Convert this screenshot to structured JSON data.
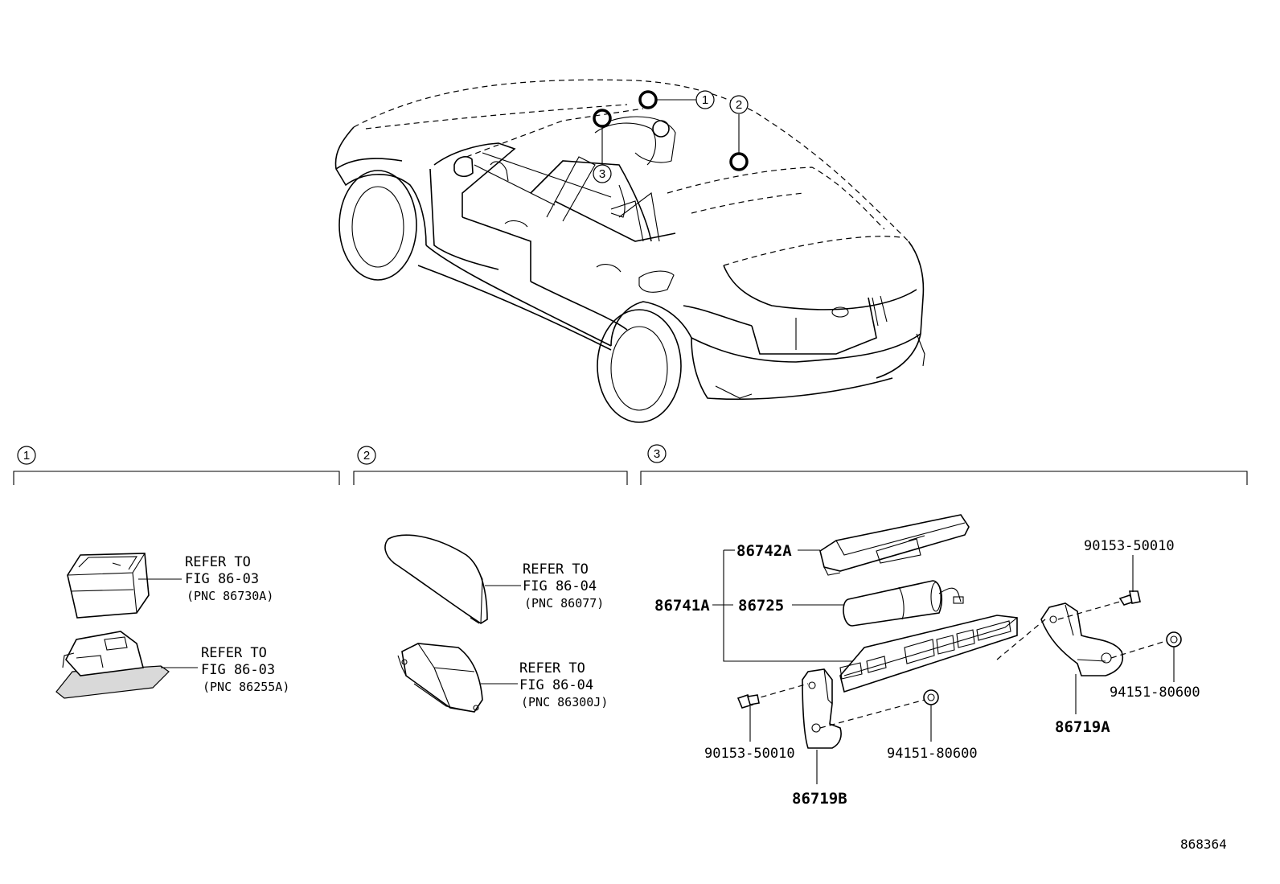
{
  "callouts": [
    "1",
    "2",
    "3"
  ],
  "section1": {
    "num": "1",
    "ref_a": {
      "line1": "REFER TO",
      "line2": "FIG 86-03",
      "line3": "(PNC 86730A)"
    },
    "ref_b": {
      "line1": "REFER TO",
      "line2": "FIG 86-03",
      "line3": "(PNC 86255A)"
    }
  },
  "section2": {
    "num": "2",
    "ref_a": {
      "line1": "REFER TO",
      "line2": "FIG 86-04",
      "line3": "(PNC 86077)"
    },
    "ref_b": {
      "line1": "REFER TO",
      "line2": "FIG 86-04",
      "line3": "(PNC 86300J)"
    }
  },
  "section3": {
    "num": "3",
    "parts": {
      "p86742A": "86742A",
      "p86741A": "86741A",
      "p86725": "86725",
      "p90153_top": "90153-50010",
      "p94151_right": "94151-80600",
      "p86719A": "86719A",
      "p90153_bottom": "90153-50010",
      "p94151_bottom": "94151-80600",
      "p86719B": "86719B"
    }
  },
  "figure_id": "868364"
}
